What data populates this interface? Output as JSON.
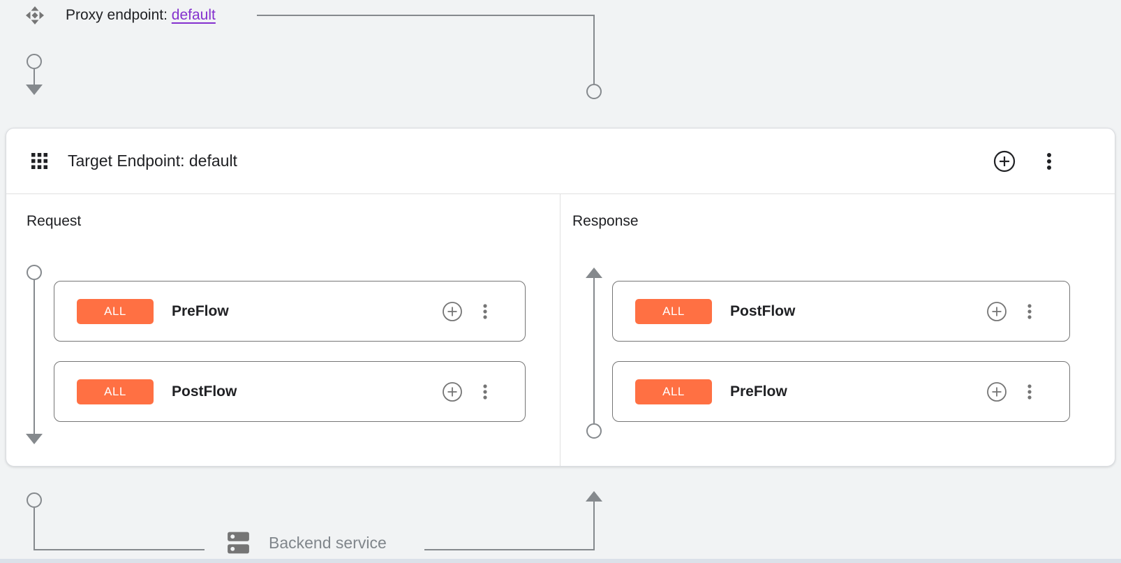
{
  "colors": {
    "bg": "#f1f3f4",
    "accent_orange": "#ff7043",
    "link_purple": "#8430ce",
    "line_gray": "#85898d",
    "text_dark": "#202124",
    "muted_gray": "#80868b"
  },
  "proxy_endpoint": {
    "label": "Proxy endpoint:",
    "link_text": "default"
  },
  "target_endpoint": {
    "title": "Target Endpoint: default"
  },
  "request_panel": {
    "title": "Request",
    "flows": [
      {
        "badge": "ALL",
        "name": "PreFlow"
      },
      {
        "badge": "ALL",
        "name": "PostFlow"
      }
    ]
  },
  "response_panel": {
    "title": "Response",
    "flows": [
      {
        "badge": "ALL",
        "name": "PostFlow"
      },
      {
        "badge": "ALL",
        "name": "PreFlow"
      }
    ]
  },
  "backend": {
    "label": "Backend service"
  }
}
